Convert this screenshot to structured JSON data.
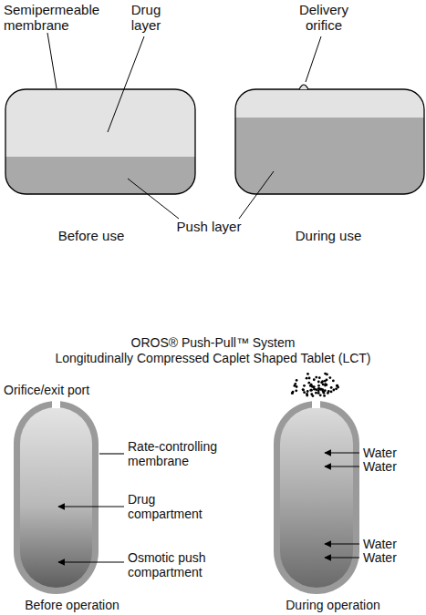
{
  "diagram": {
    "labels": [
      "Semipermeable membrane",
      "Drug layer",
      "Delivery orifice",
      "Push layer",
      "Before use",
      "During use",
      "OROS® Push-Pull™ System",
      "Longitudinally Compressed Caplet Shaped Tablet (LCT)",
      "Orifice/exit port",
      "Rate-controlling membrane",
      "Drug compartment",
      "Osmotic push compartment",
      "Water",
      "Water",
      "Water",
      "Water",
      "Before operation",
      "During operation"
    ]
  }
}
